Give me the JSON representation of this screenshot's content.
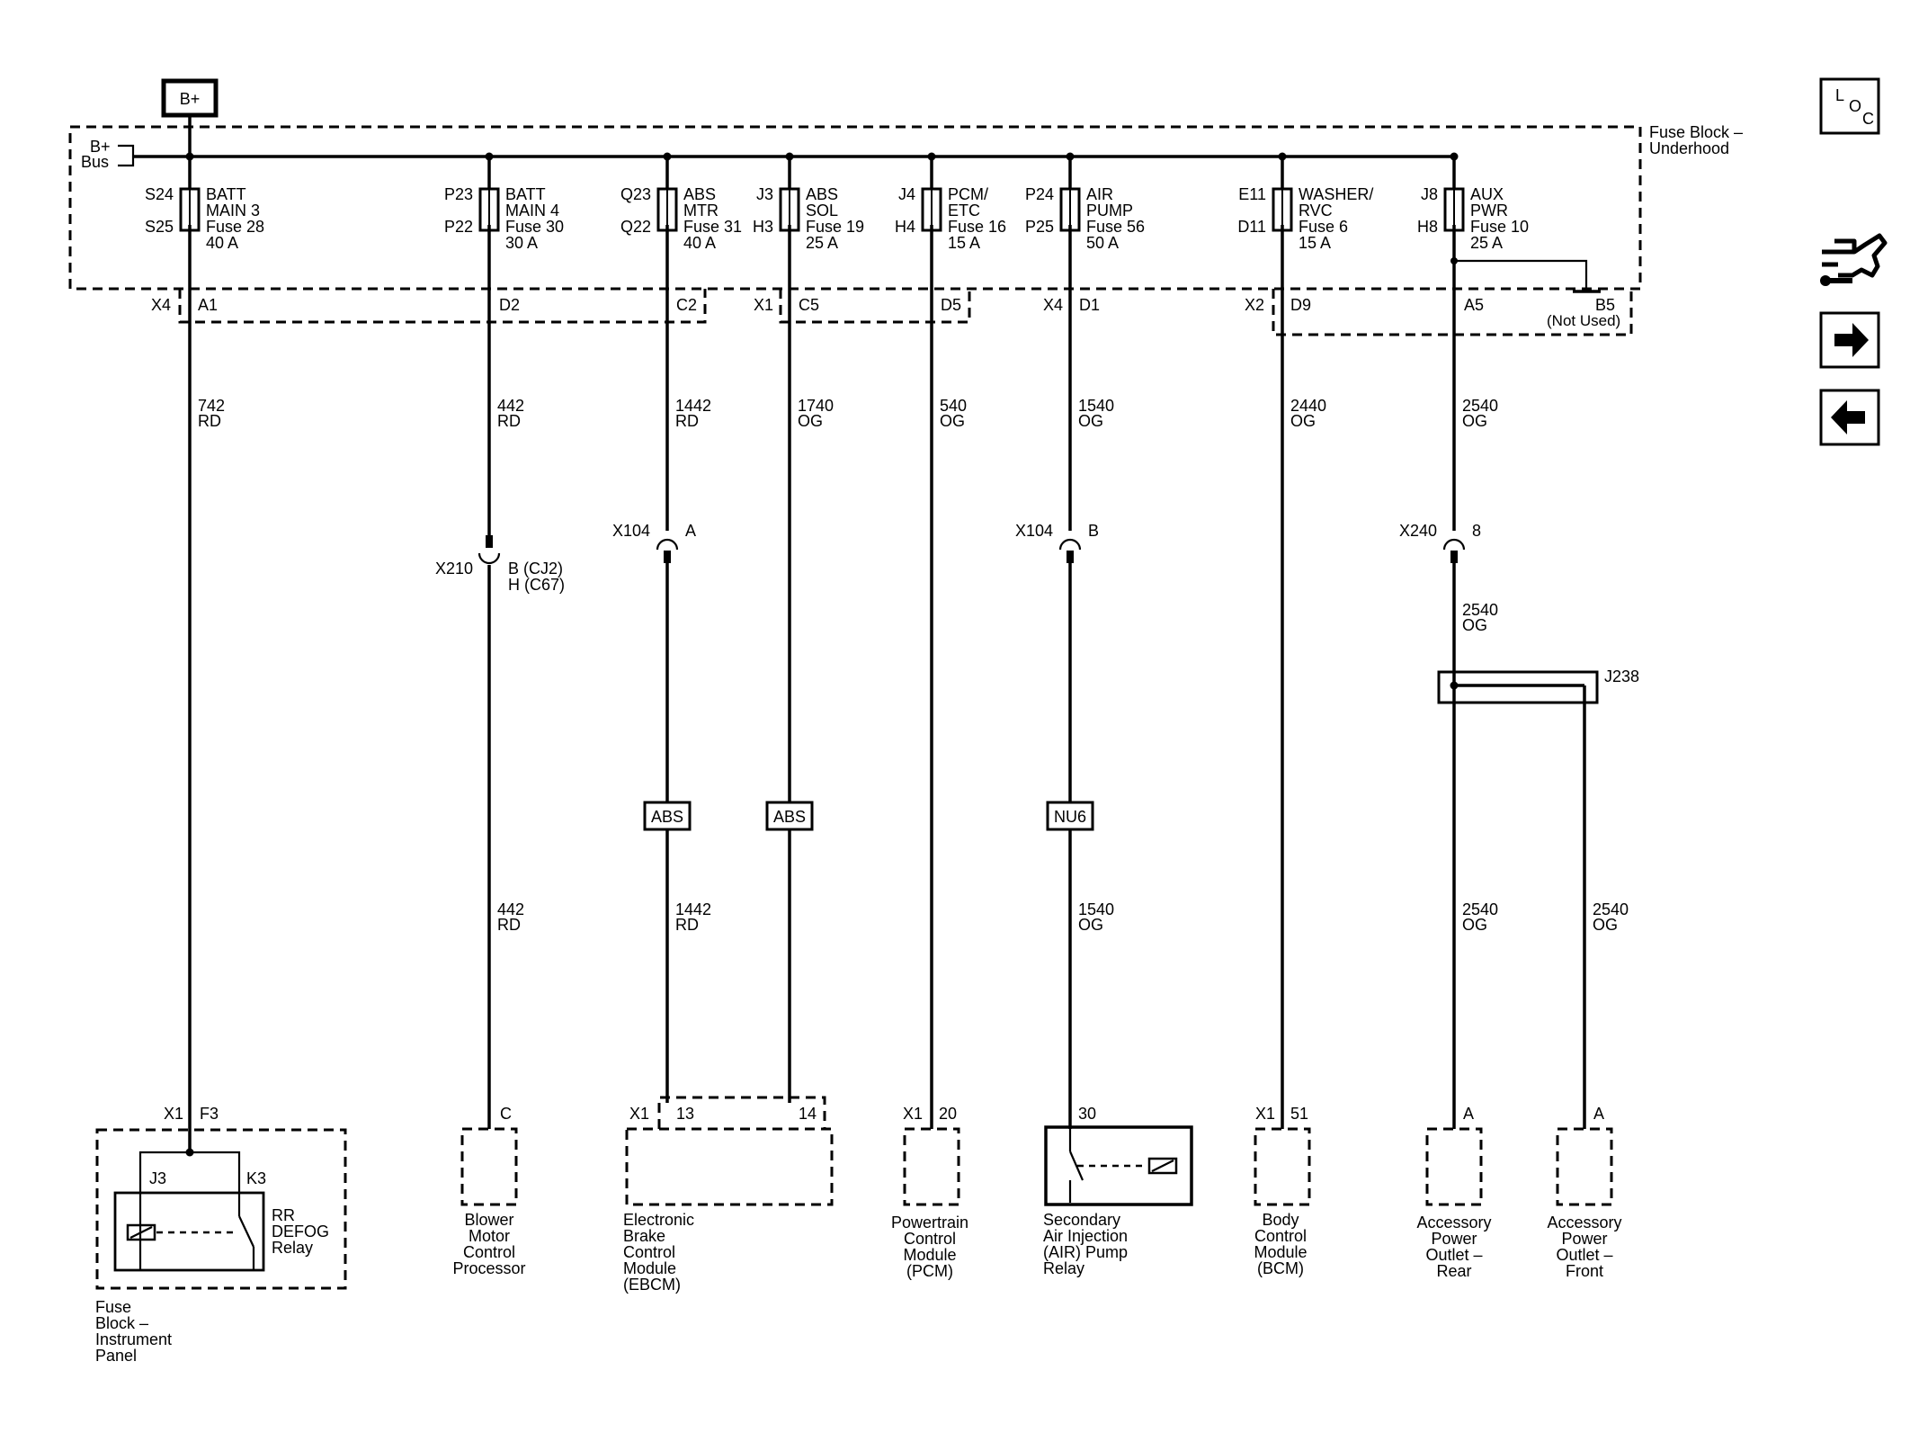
{
  "power_source": {
    "label": "B+"
  },
  "bus": {
    "label_line1": "B+",
    "label_line2": "Bus"
  },
  "fuse_block_underhood": {
    "line1": "Fuse Block –",
    "line2": "Underhood"
  },
  "fuses": [
    {
      "id": "batt-main-3",
      "term_top": "S24",
      "term_bottom": "S25",
      "name1": "BATT",
      "name2": "MAIN 3",
      "fuse": "Fuse 28",
      "rating": "40 A"
    },
    {
      "id": "batt-main-4",
      "term_top": "P23",
      "term_bottom": "P22",
      "name1": "BATT",
      "name2": "MAIN 4",
      "fuse": "Fuse 30",
      "rating": "30 A"
    },
    {
      "id": "abs-mtr",
      "term_top": "Q23",
      "term_bottom": "Q22",
      "name1": "ABS",
      "name2": "MTR",
      "fuse": "Fuse 31",
      "rating": "40 A"
    },
    {
      "id": "abs-sol",
      "term_top": "J3",
      "term_bottom": "H3",
      "name1": "ABS",
      "name2": "SOL",
      "fuse": "Fuse 19",
      "rating": "25 A"
    },
    {
      "id": "pcm-etc",
      "term_top": "J4",
      "term_bottom": "H4",
      "name1": "PCM/",
      "name2": "ETC",
      "fuse": "Fuse 16",
      "rating": "15 A"
    },
    {
      "id": "air-pump",
      "term_top": "P24",
      "term_bottom": "P25",
      "name1": "AIR",
      "name2": "PUMP",
      "fuse": "Fuse 56",
      "rating": "50 A"
    },
    {
      "id": "washer-rvc",
      "term_top": "E11",
      "term_bottom": "D11",
      "name1": "WASHER/",
      "name2": "RVC",
      "fuse": "Fuse 6",
      "rating": "15 A"
    },
    {
      "id": "aux-pwr",
      "term_top": "J8",
      "term_bottom": "H8",
      "name1": "AUX",
      "name2": "PWR",
      "fuse": "Fuse 10",
      "rating": "25 A"
    }
  ],
  "connectors": {
    "x4": "X4",
    "a1": "A1",
    "d2": "D2",
    "c2": "C2",
    "x1": "X1",
    "c5": "C5",
    "d5": "D5",
    "x4b": "X4",
    "d1": "D1",
    "x2": "X2",
    "d9": "D9",
    "a5": "A5",
    "b5": "B5",
    "not_used": "(Not Used)"
  },
  "wires": [
    {
      "id": "w742",
      "circuit": "742",
      "color": "RD"
    },
    {
      "id": "w442",
      "circuit": "442",
      "color": "RD"
    },
    {
      "id": "w1442",
      "circuit": "1442",
      "color": "RD"
    },
    {
      "id": "w1740",
      "circuit": "1740",
      "color": "OG"
    },
    {
      "id": "w540",
      "circuit": "540",
      "color": "OG"
    },
    {
      "id": "w1540",
      "circuit": "1540",
      "color": "OG"
    },
    {
      "id": "w2440",
      "circuit": "2440",
      "color": "OG"
    },
    {
      "id": "w2540",
      "circuit": "2540",
      "color": "OG"
    },
    {
      "id": "w442b",
      "circuit": "442",
      "color": "RD"
    },
    {
      "id": "w1442b",
      "circuit": "1442",
      "color": "RD"
    },
    {
      "id": "w1540b",
      "circuit": "1540",
      "color": "OG"
    },
    {
      "id": "w2540b",
      "circuit": "2540",
      "color": "OG"
    },
    {
      "id": "w2540c",
      "circuit": "2540",
      "color": "OG"
    },
    {
      "id": "w2540d",
      "circuit": "2540",
      "color": "OG"
    }
  ],
  "inline_connectors": {
    "x104a_name": "X104",
    "x104a_pin": "A",
    "x210_name": "X210",
    "x210_pin1": "B (CJ2)",
    "x210_pin2": "H (C67)",
    "x104b_name": "X104",
    "x104b_pin": "B",
    "x240_name": "X240",
    "x240_pin": "8"
  },
  "splice": {
    "label": "J238"
  },
  "options": {
    "abs1": "ABS",
    "abs2": "ABS",
    "nu6": "NU6"
  },
  "components": {
    "fbip": {
      "conn": "X1",
      "pin": "F3",
      "l1": "Fuse",
      "l2": "Block –",
      "l3": "Instrument",
      "l4": "Panel",
      "relay_j3": "J3",
      "relay_k3": "K3",
      "relay_l1": "RR",
      "relay_l2": "DEFOG",
      "relay_l3": "Relay"
    },
    "blower": {
      "pin": "C",
      "l1": "Blower",
      "l2": "Motor",
      "l3": "Control",
      "l4": "Processor"
    },
    "ebcm": {
      "conn": "X1",
      "pin1": "13",
      "pin2": "14",
      "l1": "Electronic",
      "l2": "Brake",
      "l3": "Control",
      "l4": "Module",
      "l5": "(EBCM)"
    },
    "pcm": {
      "conn": "X1",
      "pin": "20",
      "l1": "Powertrain",
      "l2": "Control",
      "l3": "Module",
      "l4": "(PCM)"
    },
    "air": {
      "pin": "30",
      "l1": "Secondary",
      "l2": "Air Injection",
      "l3": "(AIR) Pump",
      "l4": "Relay"
    },
    "bcm": {
      "conn": "X1",
      "pin": "51",
      "l1": "Body",
      "l2": "Control",
      "l3": "Module",
      "l4": "(BCM)"
    },
    "apo_rear": {
      "pin": "A",
      "l1": "Accessory",
      "l2": "Power",
      "l3": "Outlet –",
      "l4": "Rear"
    },
    "apo_front": {
      "pin": "A",
      "l1": "Accessory",
      "l2": "Power",
      "l3": "Outlet –",
      "l4": "Front"
    }
  },
  "nav": {
    "loc": {
      "l": "L",
      "o": "O",
      "c": "C"
    },
    "icons": [
      "loc-icon",
      "wiring-harness-icon",
      "next-arrow-icon",
      "previous-arrow-icon"
    ]
  }
}
